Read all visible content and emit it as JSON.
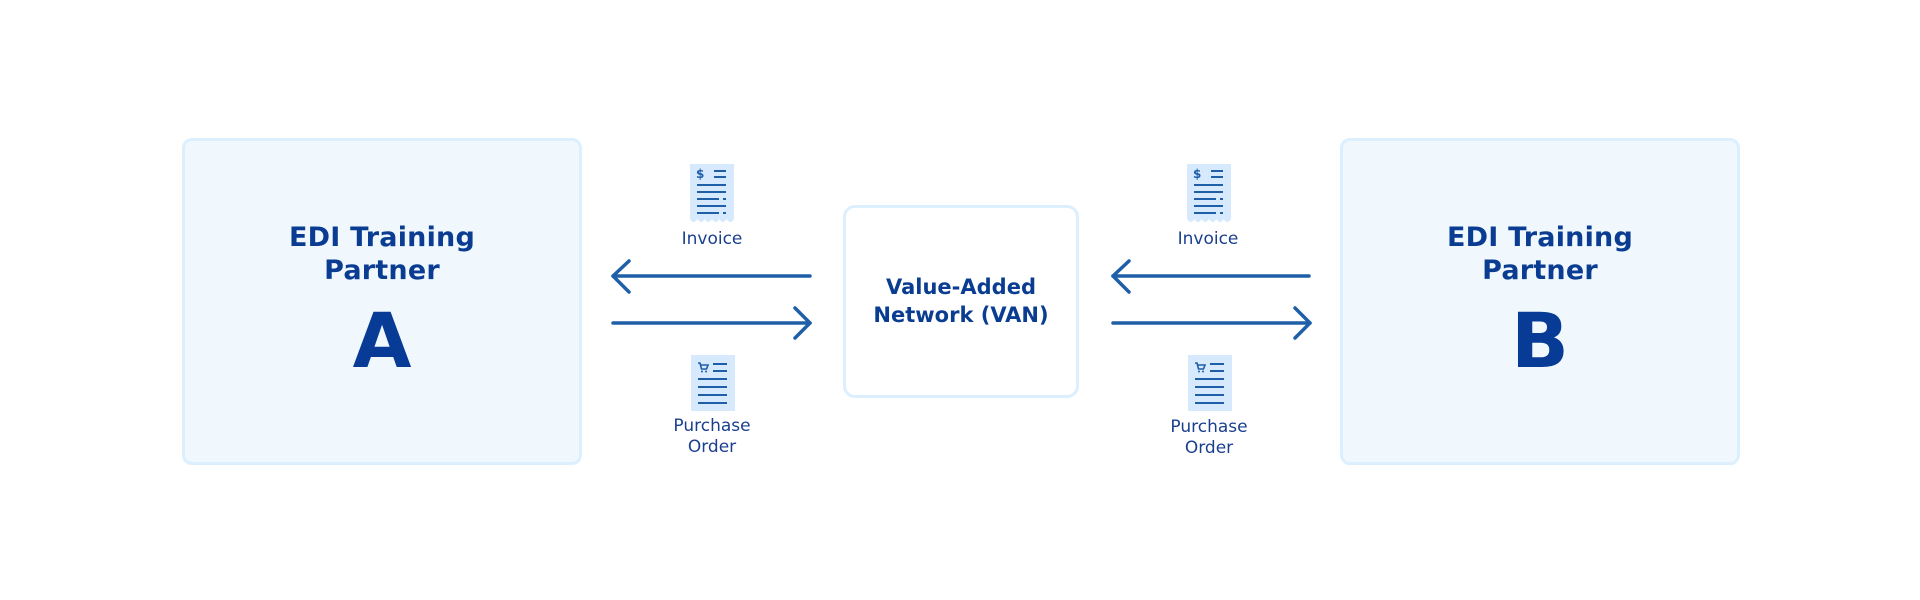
{
  "diagram": {
    "partner_a": {
      "title": "EDI Training\nPartner",
      "letter": "A"
    },
    "partner_b": {
      "title": "EDI Training\nPartner",
      "letter": "B"
    },
    "van": {
      "title": "Value-Added\nNetwork (VAN)"
    },
    "left_exchange": {
      "top_document": {
        "label": "Invoice",
        "icon": "invoice-icon",
        "direction": "to-partner-a"
      },
      "bottom_document": {
        "label": "Purchase\nOrder",
        "icon": "purchase-order-icon",
        "direction": "to-van"
      }
    },
    "right_exchange": {
      "top_document": {
        "label": "Invoice",
        "icon": "invoice-icon",
        "direction": "to-van"
      },
      "bottom_document": {
        "label": "Purchase\nOrder",
        "icon": "purchase-order-icon",
        "direction": "to-partner-b"
      }
    },
    "colors": {
      "text": "#0a3d91",
      "arrow": "#1f5fa8",
      "box_fill": "#f0f8fe",
      "box_border": "#dcefff",
      "icon_fill": "#d6e9fd"
    }
  }
}
